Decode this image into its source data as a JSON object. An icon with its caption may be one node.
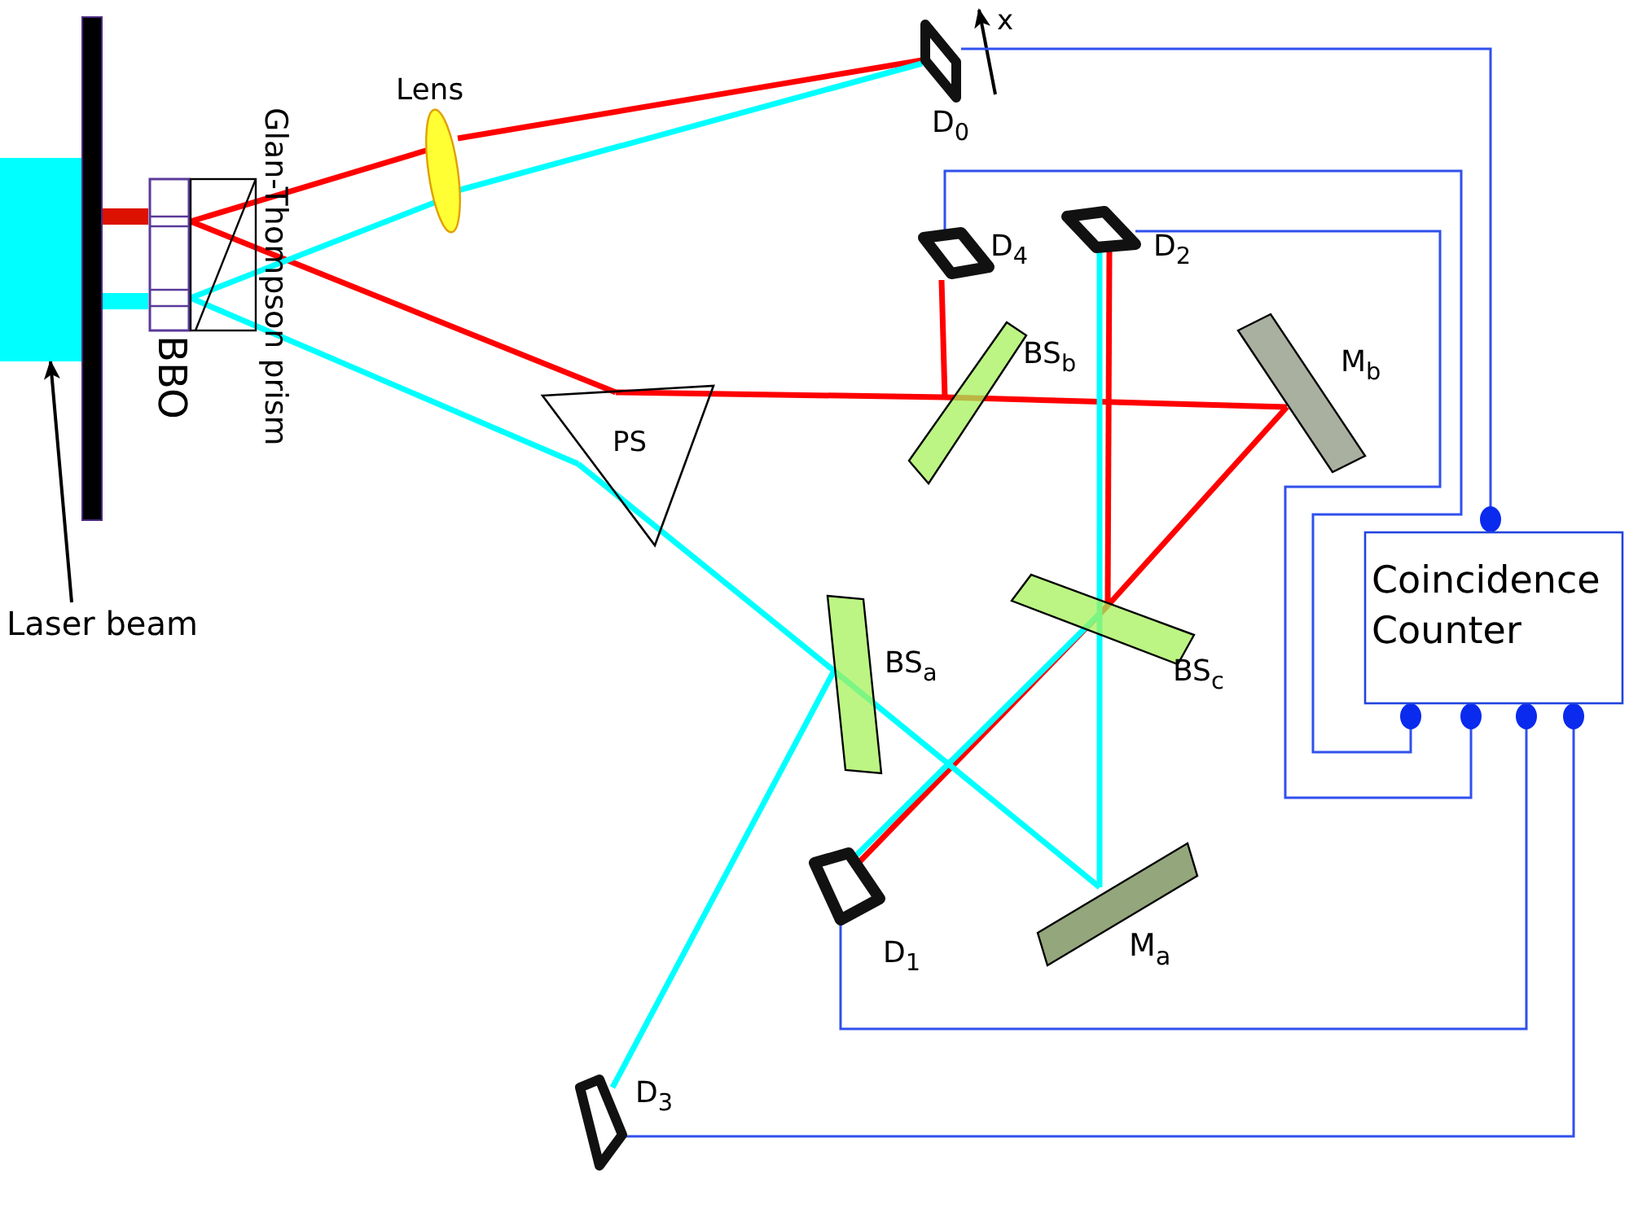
{
  "diagram": {
    "nodes": [
      {
        "text": [
          "Laser beam"
        ]
      },
      {
        "text": [],
        "shape": "box"
      },
      {
        "text": [
          "BBO"
        ]
      },
      {
        "text": [
          "Glan-Thompson prism"
        ]
      },
      {
        "text": [
          "Lens"
        ]
      },
      {
        "text": [
          "PS"
        ]
      },
      {
        "text": [
          "D$_{0}$"
        ]
      },
      {
        "text": [
          "D$_{4}$"
        ]
      },
      {
        "text": [
          "D$_{2}$"
        ]
      },
      {
        "text": [
          "BS$_{b}$"
        ]
      },
      {
        "text": [
          "M$_{b}$"
        ]
      },
      {
        "text": [
          "Coincidence Counter"
        ]
      },
      {
        "text": [
          "BS$_{c}$"
        ]
      },
      {
        "text": [
          "BS$_{a}$"
        ]
      },
      {
        "text": [
          "D$_{1}$"
        ]
      },
      {
        "text": [
          "M$_{a}$"
        ]
      },
      {
        "text": [
          "D$_{3}$"
        ]
      },
      {
        "text": [],
        "shape": "bar"
      }
    ],
    "edges": [
      {
        "from": 0,
        "to": 1,
        "arrow": "to",
        "color": "#000000"
      },
      {
        "from": 1,
        "to": 2,
        "arrow": "none",
        "style": "thick",
        "color": "#dd1100"
      },
      {
        "from": 1,
        "to": 2,
        "arrow": "none",
        "style": "thick",
        "color": "#00ffff"
      },
      {
        "from": 3,
        "to": 4,
        "arrow": "none",
        "color": "#ff0000"
      },
      {
        "from": 4,
        "to": 6,
        "arrow": "none",
        "color": "#ff0000"
      },
      {
        "from": 3,
        "to": 5,
        "arrow": "none",
        "color": "#ff0000"
      },
      {
        "from": 5,
        "to": 9,
        "arrow": "none",
        "color": "#ff0000"
      },
      {
        "from": 9,
        "to": 7,
        "arrow": "none",
        "color": "#ff0000"
      },
      {
        "from": 9,
        "to": 10,
        "arrow": "none",
        "color": "#ff0000"
      },
      {
        "from": 10,
        "to": 12,
        "arrow": "none",
        "color": "#ff0000"
      },
      {
        "from": 12,
        "to": 8,
        "arrow": "none",
        "color": "#ff0000"
      },
      {
        "from": 12,
        "to": 14,
        "arrow": "none",
        "color": "#ff0000"
      },
      {
        "from": 3,
        "to": 4,
        "arrow": "none",
        "color": "#00ffff"
      },
      {
        "from": 4,
        "to": 6,
        "arrow": "none",
        "color": "#00ffff"
      },
      {
        "from": 3,
        "to": 5,
        "arrow": "none",
        "color": "#00ffff"
      },
      {
        "from": 5,
        "to": 13,
        "arrow": "none",
        "color": "#00ffff"
      },
      {
        "from": 13,
        "to": 16,
        "arrow": "none",
        "color": "#00ffff"
      },
      {
        "from": 13,
        "to": 15,
        "arrow": "none",
        "color": "#00ffff"
      },
      {
        "from": 15,
        "to": 12,
        "arrow": "none",
        "color": "#00ffff"
      },
      {
        "from": 12,
        "to": 8,
        "arrow": "none",
        "color": "#00ffff"
      },
      {
        "from": 12,
        "to": 14,
        "arrow": "none",
        "color": "#00ffff"
      },
      {
        "from": 6,
        "to": 11,
        "arrow": "other",
        "color": "#3050ee"
      },
      {
        "from": 7,
        "to": 11,
        "arrow": "other",
        "color": "#3050ee"
      },
      {
        "from": 8,
        "to": 11,
        "arrow": "other",
        "color": "#3050ee"
      },
      {
        "from": 14,
        "to": 11,
        "arrow": "other",
        "color": "#3050ee"
      },
      {
        "from": 16,
        "to": 11,
        "arrow": "other",
        "color": "#3050ee"
      }
    ],
    "labels": [
      "x"
    ]
  }
}
